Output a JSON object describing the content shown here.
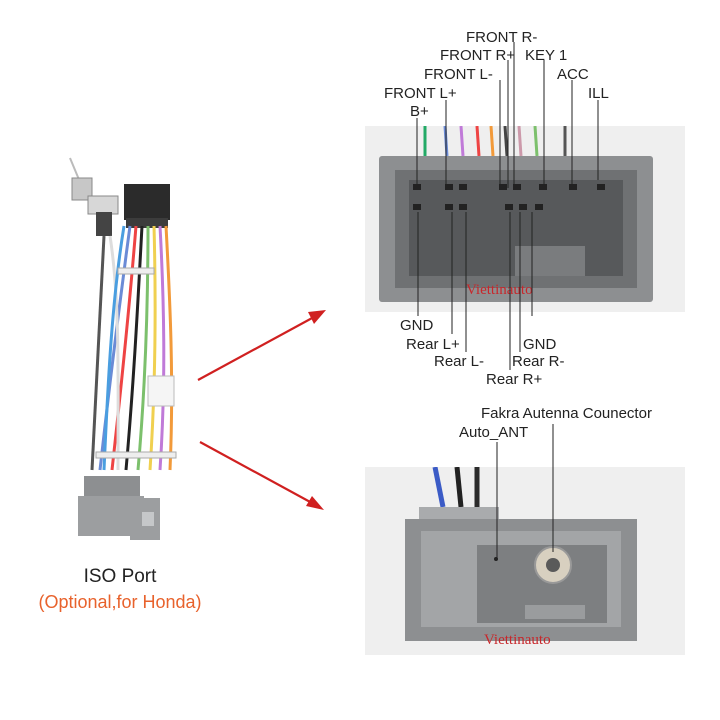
{
  "top_connector": {
    "labels_top": [
      "FRONT R-",
      "FRONT R+",
      "KEY 1",
      "FRONT L-",
      "ACC",
      "FRONT L+",
      "ILL",
      "B+"
    ],
    "labels_bottom": [
      "GND",
      "Rear L+",
      "GND",
      "Rear L-",
      "Rear R-",
      "Rear R+"
    ],
    "watermark": "Viettinauto"
  },
  "bottom_connector": {
    "labels": [
      "Fakra Autenna Counector",
      "Auto_ANT"
    ],
    "watermark": "Viettinauto"
  },
  "harness": {
    "caption": "ISO Port",
    "subcaption": "(Optional,for Honda)"
  },
  "colors": {
    "arrow": "#d02020",
    "subcaption": "#e8622c",
    "connector": "#8d8f91"
  }
}
